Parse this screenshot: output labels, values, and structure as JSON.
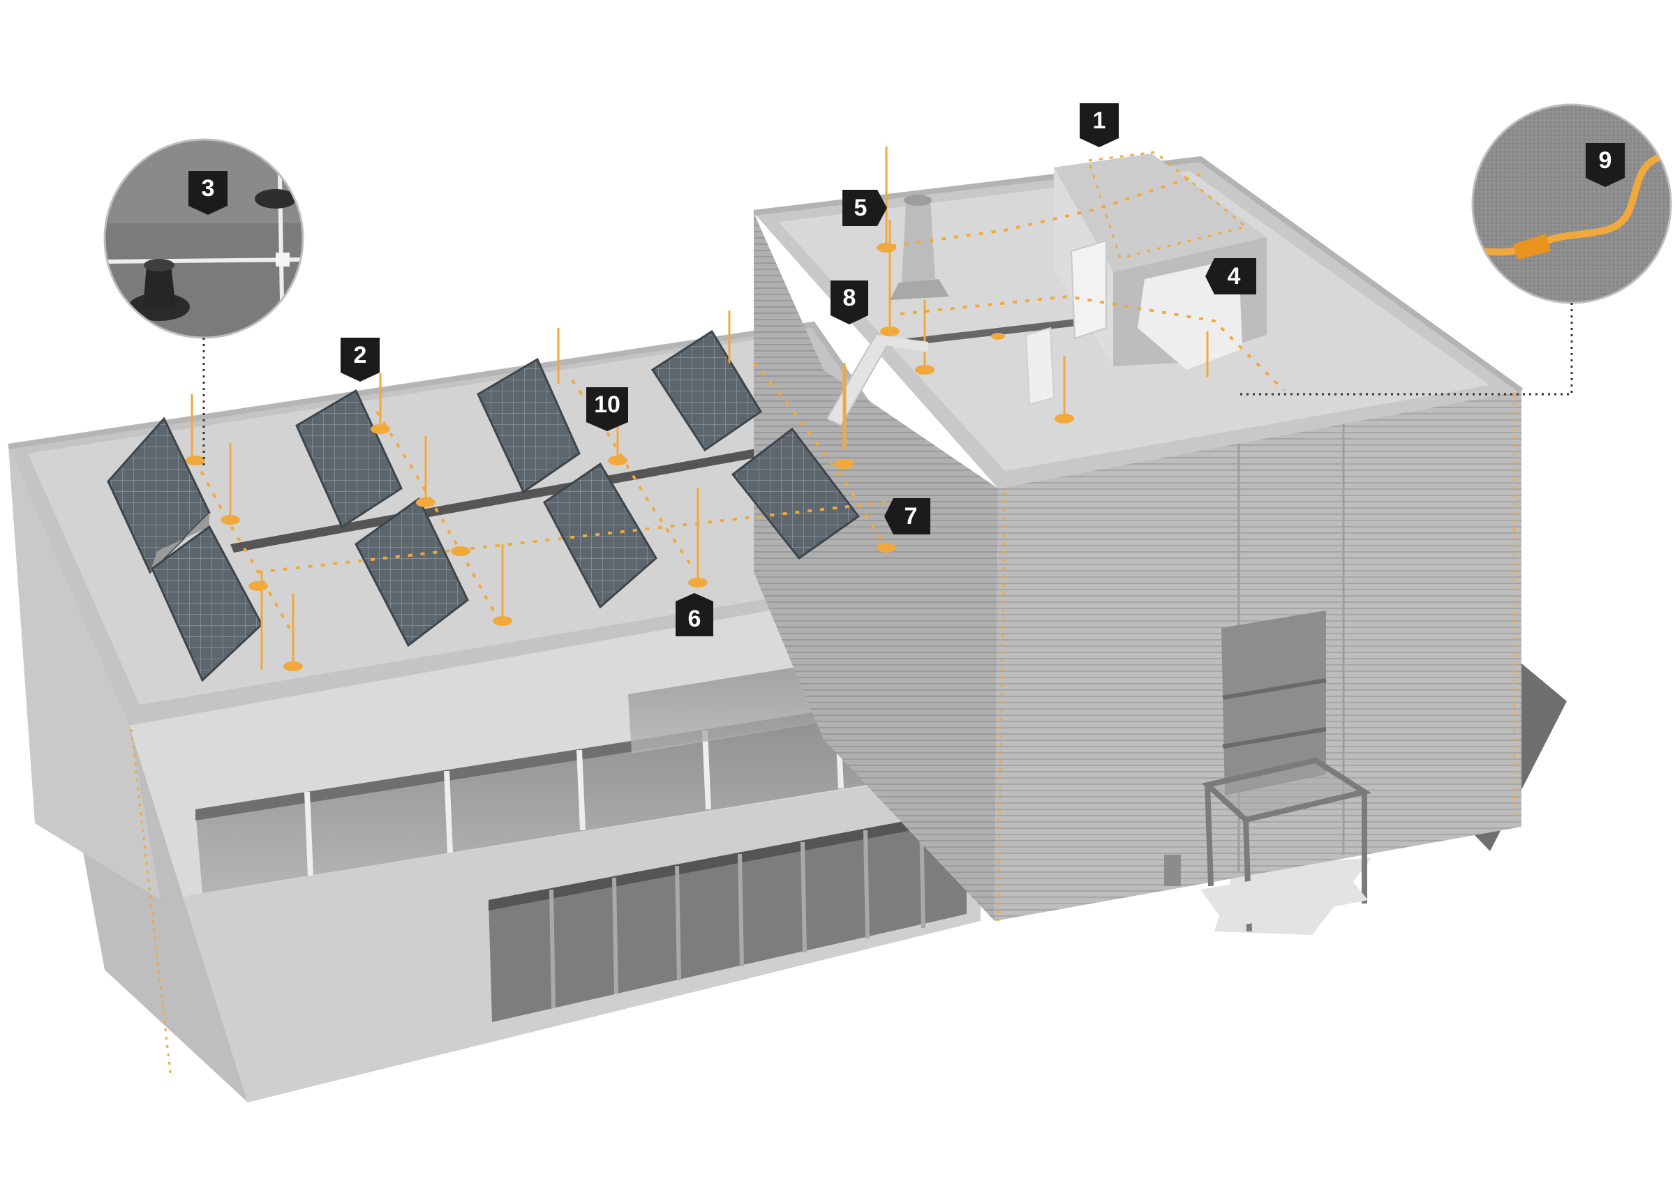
{
  "colors": {
    "accent": "#f2a93b",
    "callout": "#1b1b1b",
    "wall_light": "#d9d9d9",
    "wall_mid": "#c7c7c7",
    "roof": "#d0d0d0",
    "panel": "#5f6a72"
  },
  "callouts": [
    {
      "number": "1",
      "item": "callout-1"
    },
    {
      "number": "2",
      "item": "callout-2"
    },
    {
      "number": "3",
      "item": "callout-3"
    },
    {
      "number": "4",
      "item": "callout-4"
    },
    {
      "number": "5",
      "item": "callout-5"
    },
    {
      "number": "6",
      "item": "callout-6"
    },
    {
      "number": "7",
      "item": "callout-7"
    },
    {
      "number": "8",
      "item": "callout-8"
    },
    {
      "number": "9",
      "item": "callout-9"
    },
    {
      "number": "10",
      "item": "callout-10"
    }
  ]
}
